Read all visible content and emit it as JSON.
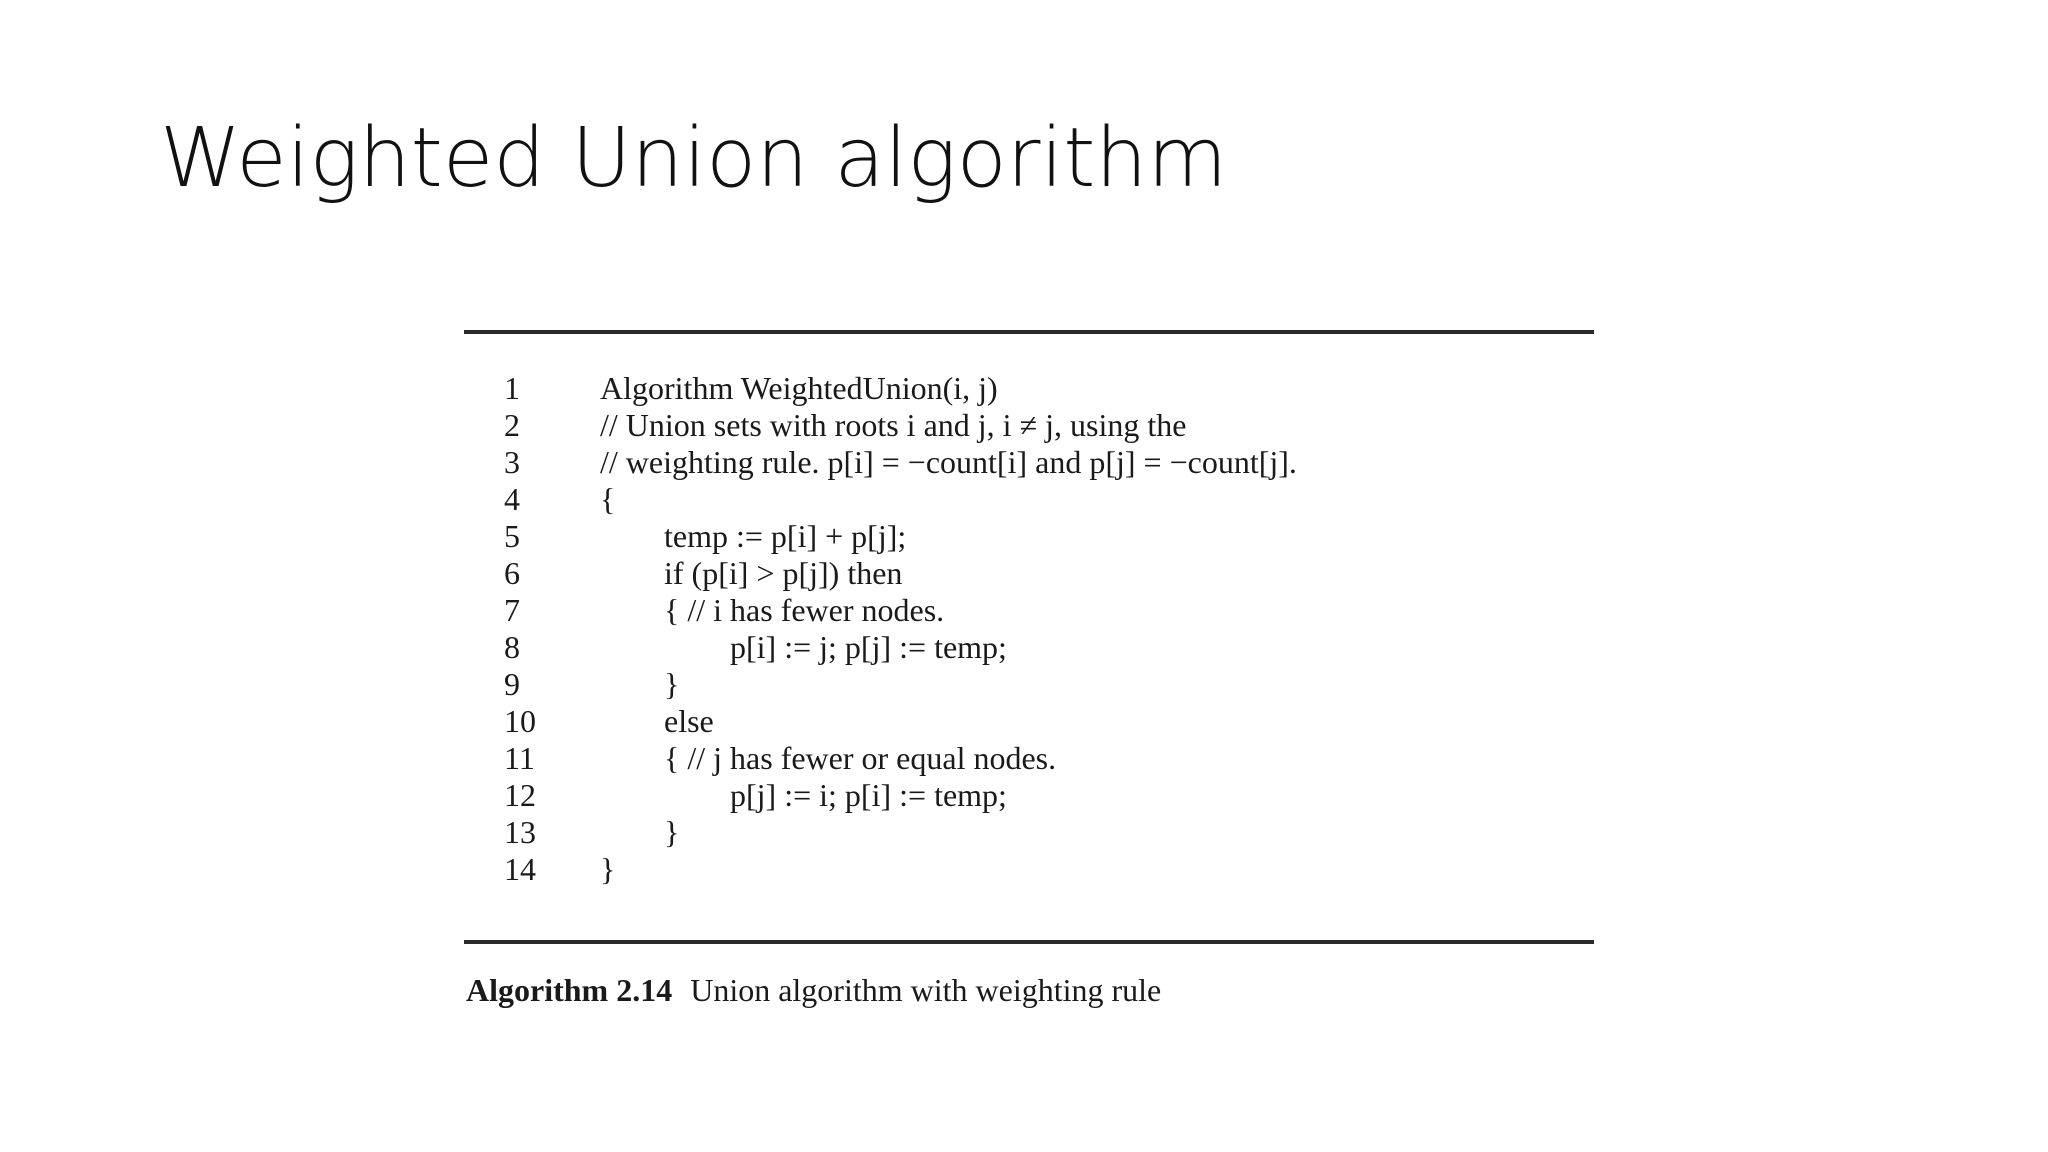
{
  "slide": {
    "title": "Weighted Union algorithm"
  },
  "algorithm": {
    "lines": [
      {
        "num": "1",
        "text": "Algorithm WeightedUnion(i, j)",
        "indent": 0
      },
      {
        "num": "2",
        "text": "// Union sets with roots i and j, i ≠ j, using the",
        "indent": 0
      },
      {
        "num": "3",
        "text": "// weighting rule. p[i] = −count[i] and p[j] = −count[j].",
        "indent": 0
      },
      {
        "num": "4",
        "text": "{",
        "indent": 0
      },
      {
        "num": "5",
        "text": "temp := p[i] + p[j];",
        "indent": 1
      },
      {
        "num": "6",
        "text": "if (p[i] > p[j]) then",
        "indent": 1
      },
      {
        "num": "7",
        "text": "{ // i has fewer nodes.",
        "indent": 1
      },
      {
        "num": "8",
        "text": "p[i] := j; p[j] := temp;",
        "indent": 2
      },
      {
        "num": "9",
        "text": "}",
        "indent": 1
      },
      {
        "num": "10",
        "text": "else",
        "indent": 1
      },
      {
        "num": "11",
        "text": "{ // j has fewer or equal nodes.",
        "indent": 1
      },
      {
        "num": "12",
        "text": "p[j] := i; p[i] := temp;",
        "indent": 2
      },
      {
        "num": "13",
        "text": "}",
        "indent": 1
      },
      {
        "num": "14",
        "text": "}",
        "indent": 0
      }
    ],
    "caption_label": "Algorithm 2.14",
    "caption_text": "Union algorithm with weighting rule"
  }
}
